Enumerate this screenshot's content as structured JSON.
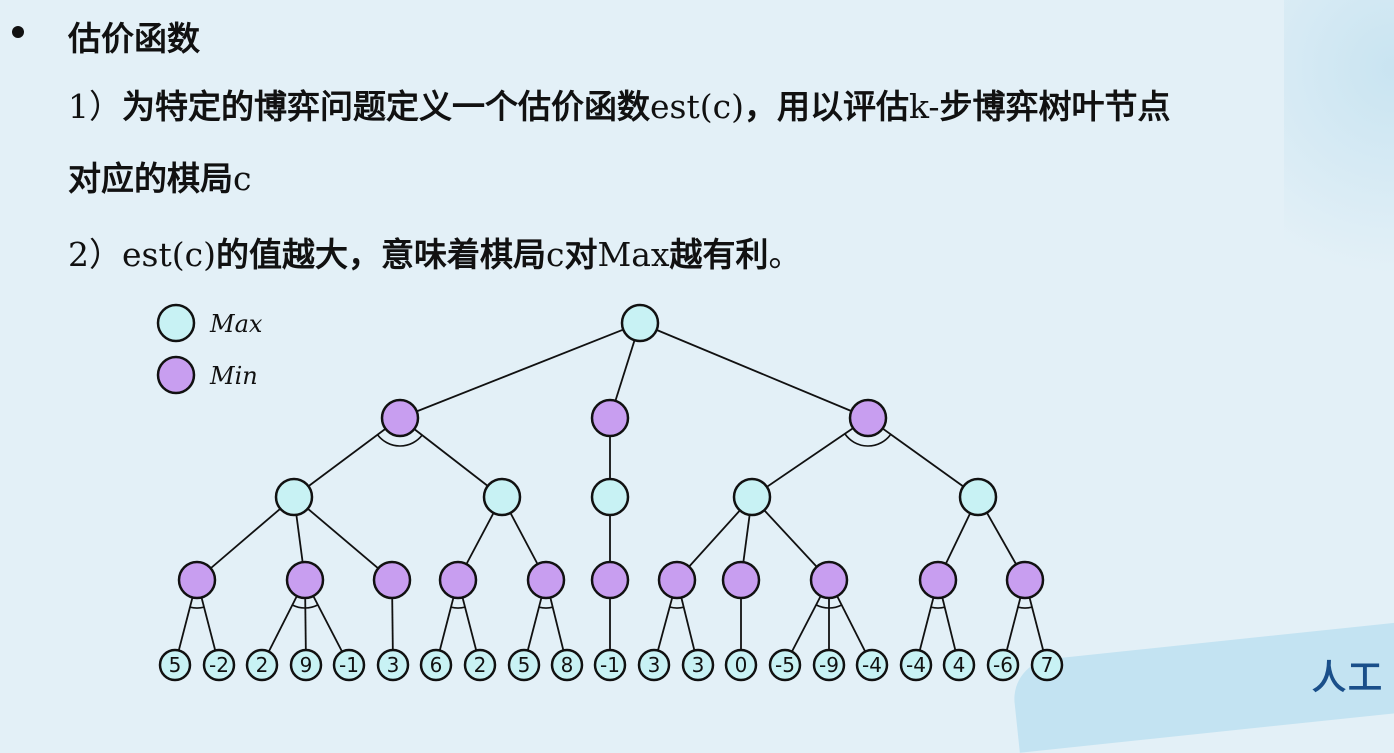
{
  "heading": "估价函数",
  "item1": {
    "num": "1）",
    "a": "为特定的博弈问题定义一个估价函数",
    "b": "est(c)",
    "c": "，用以评估",
    "d": "k-",
    "e": "步博弈树叶节点",
    "f": "对应的棋局",
    "g": "c"
  },
  "item2": {
    "num": "2）",
    "a": "est(c)",
    "b": "的值越大，意味着棋局",
    "c": "c",
    "d": "对",
    "e": "Max",
    "f": "越有利",
    "g": "。"
  },
  "legend": {
    "max": "Max",
    "min": "Min"
  },
  "colors": {
    "max": "#c8f2f4",
    "min": "#c89ef0",
    "stroke": "#111111"
  },
  "leaves": [
    "5",
    "-2",
    "2",
    "9",
    "-1",
    "3",
    "6",
    "2",
    "5",
    "8",
    "-1",
    "3",
    "3",
    "0",
    "-5",
    "-9",
    "-4",
    "-4",
    "4",
    "-6",
    "7"
  ],
  "corner": "人工"
}
